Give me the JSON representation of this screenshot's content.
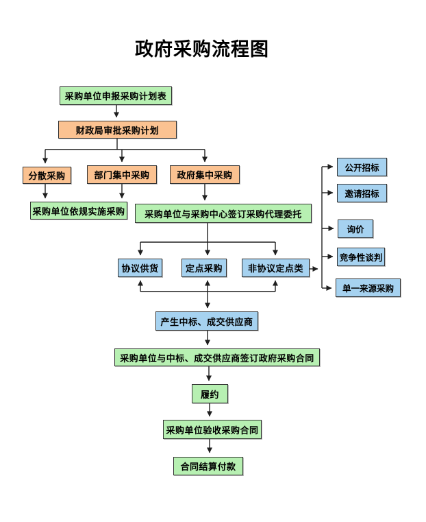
{
  "title": "政府采购流程图",
  "colors": {
    "background": "#ffffff",
    "text": "#000000",
    "border": "#333333",
    "connector": "#1f1f1f",
    "green": "#b7f0b2",
    "orange": "#fbc291",
    "blue": "#a6d2f0"
  },
  "nodes": {
    "plan_declare": {
      "label": "采购单位申报采购计划表"
    },
    "finance_approve": {
      "label": "财政局审批采购计划"
    },
    "decentralized": {
      "label": "分散采购"
    },
    "dept_centralized": {
      "label": "部门集中采购"
    },
    "gov_centralized": {
      "label": "政府集中采购"
    },
    "implement_by_rule": {
      "label": "采购单位依规实施采购"
    },
    "sign_agency": {
      "label": "采购单位与采购中心签订采购代理委托"
    },
    "agreement_supply": {
      "label": "协议供货"
    },
    "fixed_point": {
      "label": "定点采购"
    },
    "non_agreement": {
      "label": "非协议定点类"
    },
    "open_tender": {
      "label": "公开招标"
    },
    "invited_tender": {
      "label": "邀请招标"
    },
    "inquiry": {
      "label": "询价"
    },
    "competitive_negotiation": {
      "label": "竞争性谈判"
    },
    "single_source": {
      "label": "单一来源采购"
    },
    "winning_supplier": {
      "label": "产生中标、成交供应商"
    },
    "sign_contract": {
      "label": "采购单位与中标、成交供应商签订政府采购合同"
    },
    "perform": {
      "label": "履约"
    },
    "acceptance": {
      "label": "采购单位验收采购合同"
    },
    "settlement": {
      "label": "合同结算付款"
    }
  }
}
